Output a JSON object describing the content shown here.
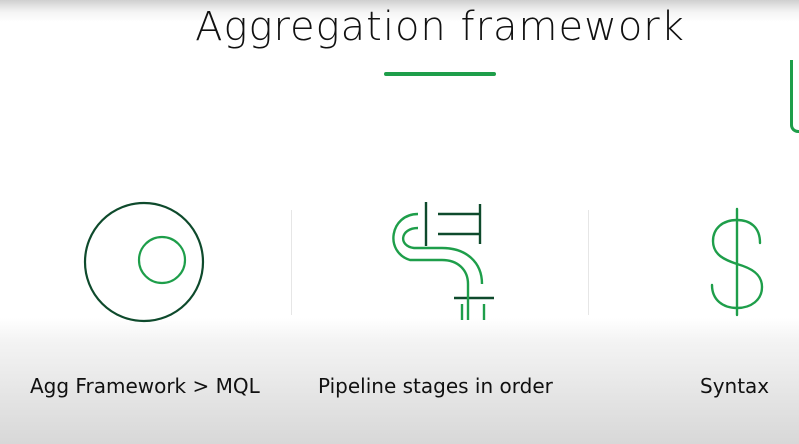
{
  "slide": {
    "title": "Aggregation framework",
    "items": [
      {
        "icon": "target-circle-icon",
        "label": "Agg Framework > MQL"
      },
      {
        "icon": "pipeline-icon",
        "label": "Pipeline stages in order"
      },
      {
        "icon": "dollar-sign-icon",
        "label": "Syntax"
      }
    ]
  },
  "colors": {
    "accent_green": "#1e9e4a",
    "dark_green": "#0e4a2c",
    "text": "#111111"
  }
}
